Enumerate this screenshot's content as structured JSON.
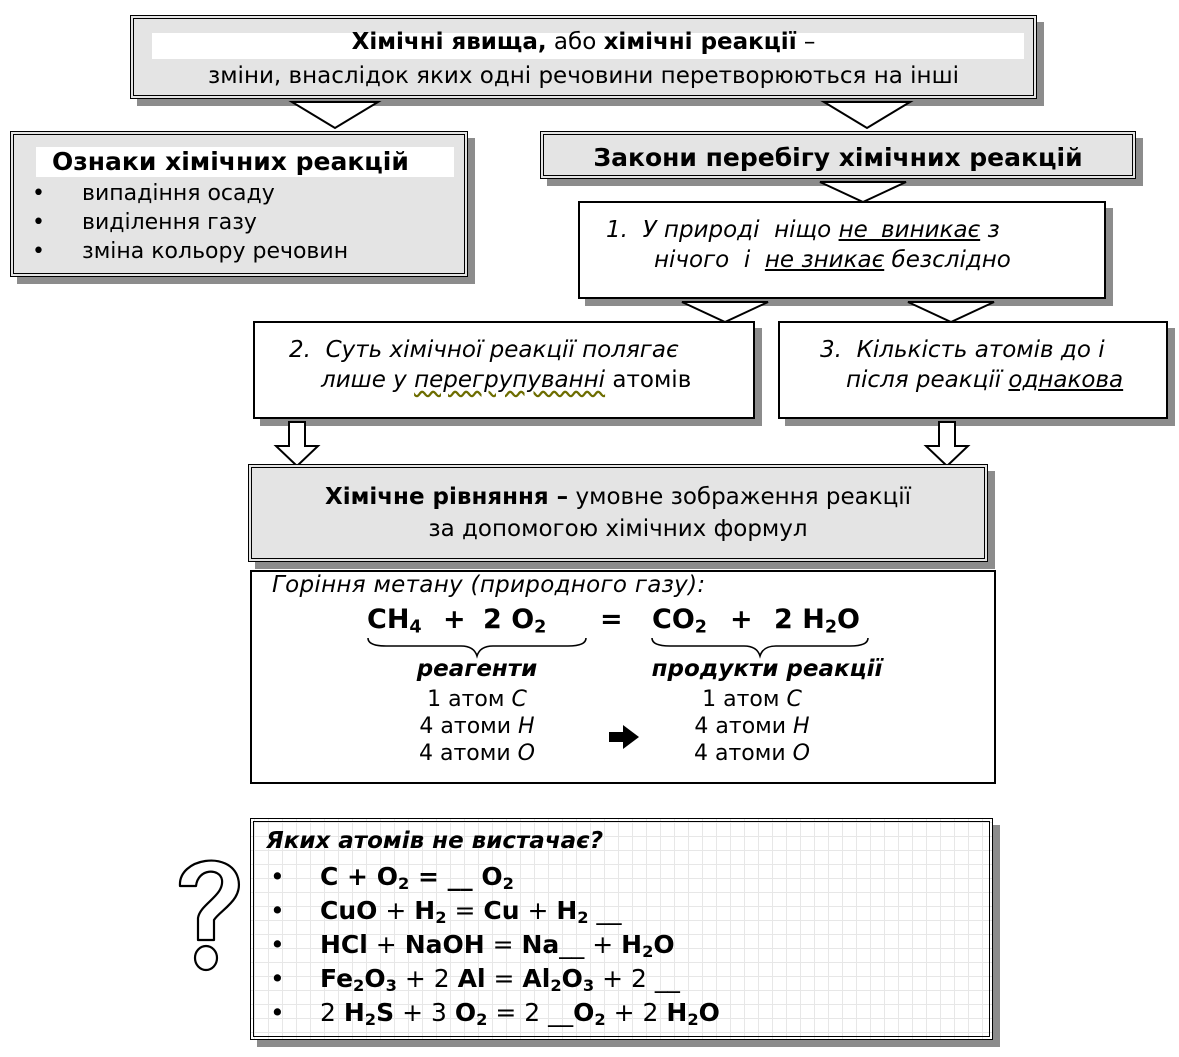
{
  "definition": {
    "term1": "Хімічні явища,",
    "mid": " або ",
    "term2": "хімічні реакції",
    "dash": " –",
    "line2": "зміни, внаслідок яких одні речовини перетворюються на інші"
  },
  "signs": {
    "title": "Ознаки хімічних реакцій",
    "items": [
      "випадіння осаду",
      "виділення газу",
      "зміна кольору речовин"
    ]
  },
  "laws": {
    "title": "Закони перебігу хімічних реакцій",
    "law1": {
      "num": "1.",
      "a": "У природі  ніщо ",
      "b": "не виникає",
      "c": " з",
      "d": "нічого  і  ",
      "e": "не зникає",
      "f": " безслідно"
    },
    "law2": {
      "num": "2.",
      "a": "Суть хімічної реакції полягає",
      "b": "лише у ",
      "c": "перегрупуванні",
      "d": " атомів"
    },
    "law3": {
      "num": "3.",
      "a": "Кількість атомів до і",
      "b": "після реакції ",
      "c": "однакова"
    }
  },
  "equation_def": {
    "term": "Хімічне рівняння –",
    "rest": " умовне зображення реакції",
    "line2": "за допомогою хімічних формул"
  },
  "example": {
    "caption": "Горіння метану (природного газу):",
    "reagents_label": "реагенти",
    "products_label": "продукти реакції",
    "left": [
      "1 атом ",
      "4 атоми ",
      "4 атоми "
    ],
    "right": [
      "1 атом ",
      "4 атоми ",
      "4 атоми "
    ],
    "elements": [
      "C",
      "H",
      "O"
    ],
    "eq": {
      "ch": "CH",
      "four": "4",
      "plus": "+",
      "coef2": "2",
      "o": "O",
      "two": "2",
      "equals": "=",
      "co": "CO",
      "h": "H"
    }
  },
  "quiz": {
    "question": "Яких атомів не вистачає?",
    "lines": [
      [
        "C + O",
        "2",
        " = __ O",
        "2"
      ],
      [
        "CuO",
        " + ",
        "H",
        "2",
        " = ",
        "Cu",
        " + ",
        "H",
        "2",
        " __"
      ],
      [
        "HCl",
        " + ",
        "NaOH",
        " = ",
        "Na",
        "__ + ",
        "H",
        "2",
        "O"
      ],
      [
        "Fe",
        "2",
        "O",
        "3",
        " + 2 ",
        "Al",
        " = ",
        "Al",
        "2",
        "O",
        "3",
        " + 2 __"
      ],
      [
        "2 ",
        "H",
        "2",
        "S",
        " + 3 ",
        "O",
        "2",
        " = 2 __",
        "O",
        "2",
        " + 2 ",
        "H",
        "2",
        "O"
      ]
    ],
    "icon": "question-mark-icon"
  }
}
